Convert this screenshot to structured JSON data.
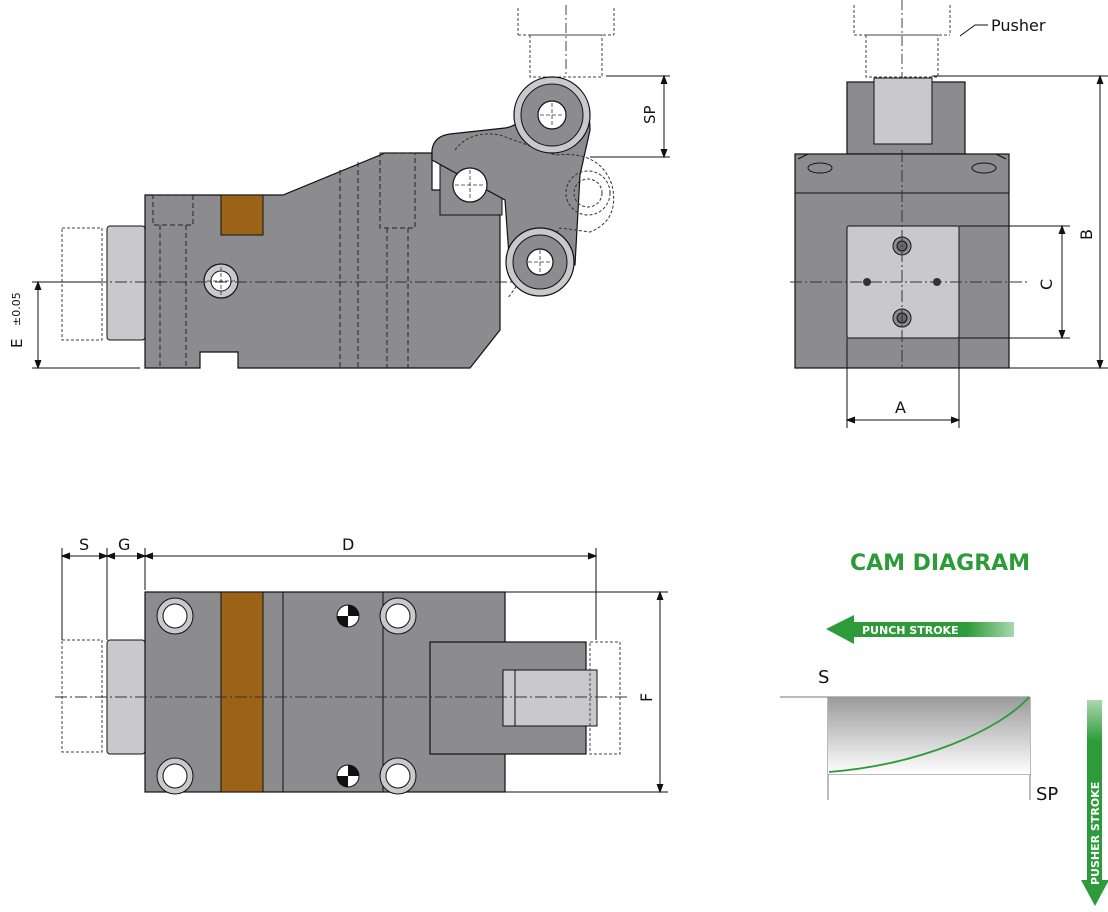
{
  "labels": {
    "pusher": "Pusher",
    "sp_side": "SP",
    "e_dim": "E",
    "e_tol": "±0.05",
    "a": "A",
    "b": "B",
    "c": "C",
    "s": "S",
    "g": "G",
    "d": "D",
    "f": "F"
  },
  "cam_diagram": {
    "title": "CAM DIAGRAM",
    "punch_stroke": "PUNCH STROKE",
    "pusher_stroke": "PUSHER STROKE",
    "s_label": "S",
    "sp_label": "SP"
  },
  "colors": {
    "body": "#8c8c8e",
    "body_dark": "#7a7a7c",
    "plate": "#c9c9cb",
    "brass": "#9c6318",
    "accent_green": "#2e9b3a"
  }
}
